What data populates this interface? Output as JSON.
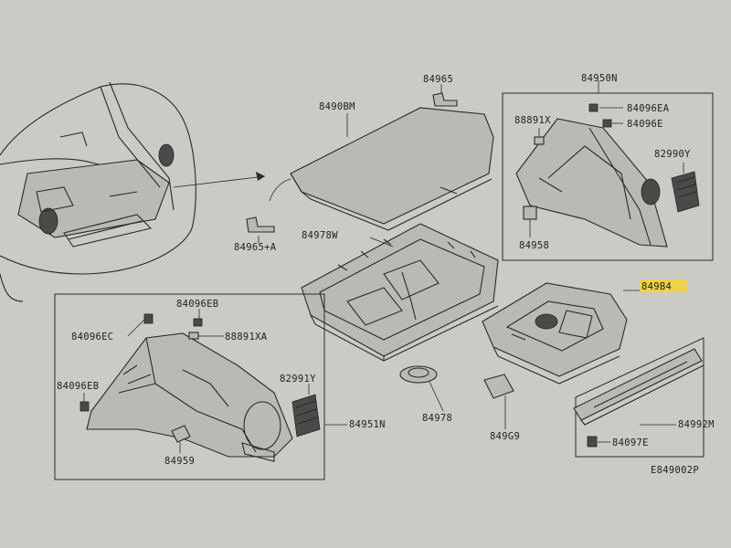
{
  "labels": {
    "tonneau_board": "8490BM",
    "bracket_top": "84965",
    "bracket_left": "84965+A",
    "floor_tray": "84978W",
    "plug": "84978",
    "right_panel_assy": "84950N",
    "clip_ea": "84096EA",
    "clip_e": "84096E",
    "clip_x": "88891X",
    "vent_right": "82990Y",
    "rh_fastener": "84958",
    "highlight_part": "849B4",
    "left_clip_eb_top": "84096EB",
    "left_clip_ec": "84096EC",
    "left_clip_xa": "88891XA",
    "left_clip_eb_low": "84096EB",
    "vent_left": "82991Y",
    "left_panel_assy": "84951N",
    "lh_fastener": "84959",
    "small_plate": "849G9",
    "sill_plate": "84992M",
    "sill_clip": "84097E",
    "diagram_code": "E849002P"
  },
  "colors": {
    "paper": "#c9cbc4",
    "line": "#2a2a2a",
    "highlight": "#f4d33a"
  },
  "icons": {
    "arrow": "arrow-right-icon"
  }
}
